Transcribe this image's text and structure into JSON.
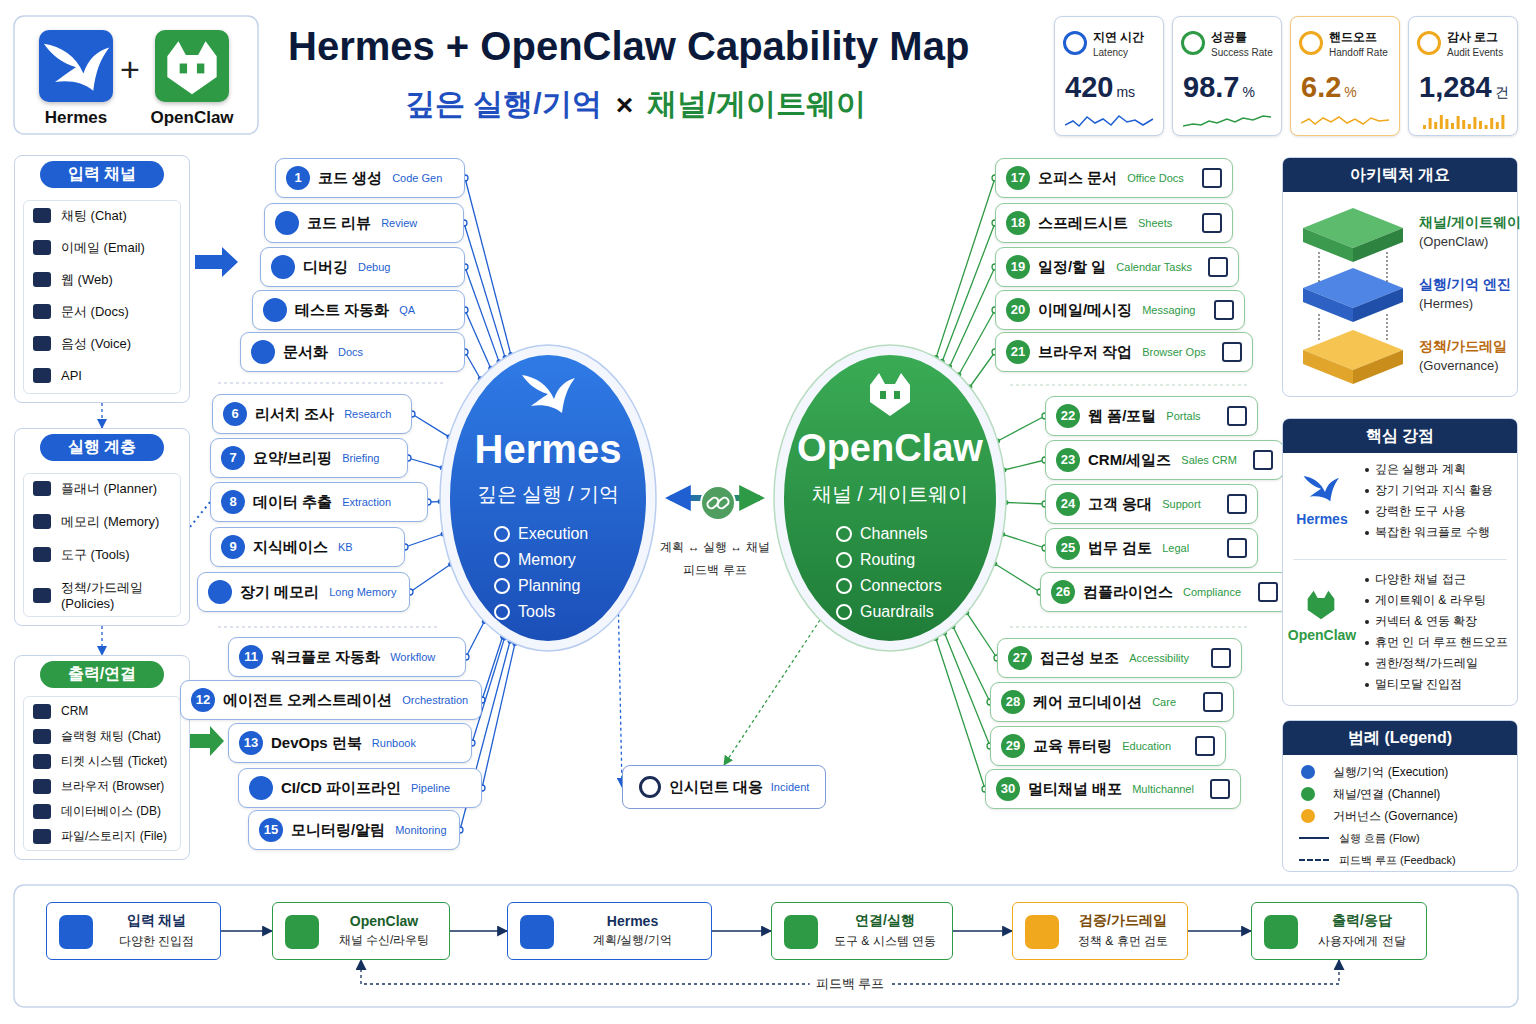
{
  "diagram": {
    "title": "Hermes + OpenClaw Capability Map",
    "nodes": [
      {
        "text": [
          "Hermes"
        ]
      },
      {
        "text": [
          "OpenClaw"
        ]
      },
      {
        "text": [
          "지연 시간",
          "Latency",
          "420",
          "ms"
        ]
      },
      {
        "text": [
          "성공률",
          "Success Rate",
          "98.7",
          "%"
        ]
      },
      {
        "text": [
          "핸드오프",
          "Handoff Rate",
          "6.2",
          "%"
        ]
      },
      {
        "text": [
          "감사 로그",
          "Audit Events",
          "1,284",
          "건"
        ]
      },
      {
        "text": [
          "입력 채널",
          "채팅 (Chat)",
          "이메일 (Email)",
          "웹 (Web)",
          "문서 (Docs)",
          "음성 (Voice)",
          "API"
        ]
      },
      {
        "text": [
          "실행 계층",
          "플래너 (Planner)",
          "메모리 (Memory)",
          "도구 (Tools)",
          "정책/가드레일 (Policies)"
        ]
      },
      {
        "text": [
          "출력/연결",
          "CRM",
          "슬랙형 채팅 (Chat)",
          "티켓 시스템 (Ticket)",
          "브라우저 (Browser)",
          "데이터베이스 (DB)",
          "파일/스토리지 (File)"
        ]
      },
      {
        "text": [
          "1",
          "코드 생성",
          "Code Gen"
        ]
      },
      {
        "text": [
          "코드 리뷰",
          "Review"
        ]
      },
      {
        "text": [
          "디버깅",
          "Debug"
        ]
      },
      {
        "text": [
          "테스트 자동화",
          "QA"
        ]
      },
      {
        "text": [
          "문서화",
          "Docs"
        ]
      },
      {
        "text": [
          "6",
          "리서치 조사",
          "Research"
        ]
      },
      {
        "text": [
          "7",
          "요약/브리핑",
          "Briefing"
        ]
      },
      {
        "text": [
          "8",
          "데이터 추출",
          "Extraction"
        ]
      },
      {
        "text": [
          "9",
          "지식베이스",
          "KB"
        ]
      },
      {
        "text": [
          "장기 메모리",
          "Long Memory"
        ]
      },
      {
        "text": [
          "11",
          "워크플로 자동화",
          "Workflow"
        ]
      },
      {
        "text": [
          "12",
          "에이전트 오케스트레이션",
          "Orchestration"
        ]
      },
      {
        "text": [
          "13",
          "DevOps 런북",
          "Runbook"
        ]
      },
      {
        "text": [
          "CI/CD 파이프라인",
          "Pipeline"
        ]
      },
      {
        "text": [
          "15",
          "모니터링/알림",
          "Monitoring"
        ]
      },
      {
        "text": [
          "Hermes",
          "깊은 실행 / 기억",
          "Execution",
          "Memory",
          "Planning",
          "Tools"
        ]
      },
      {
        "text": [
          "OpenClaw",
          "채널 / 게이트웨이",
          "Channels",
          "Routing",
          "Connectors",
          "Guardrails"
        ]
      },
      {
        "text": [
          "인시던트 대응",
          "Incident"
        ]
      },
      {
        "text": [
          "17",
          "오피스 문서",
          "Office Docs"
        ]
      },
      {
        "text": [
          "18",
          "스프레드시트",
          "Sheets"
        ]
      },
      {
        "text": [
          "19",
          "일정/할 일",
          "Calendar Tasks"
        ]
      },
      {
        "text": [
          "20",
          "이메일/메시징",
          "Messaging"
        ]
      },
      {
        "text": [
          "21",
          "브라우저 작업",
          "Browser Ops"
        ]
      },
      {
        "text": [
          "22",
          "웹 폼/포털",
          "Portals"
        ]
      },
      {
        "text": [
          "23",
          "CRM/세일즈",
          "Sales CRM"
        ]
      },
      {
        "text": [
          "24",
          "고객 응대",
          "Support"
        ]
      },
      {
        "text": [
          "25",
          "법무 검토",
          "Legal"
        ]
      },
      {
        "text": [
          "26",
          "컴플라이언스",
          "Compliance"
        ]
      },
      {
        "text": [
          "27",
          "접근성 보조",
          "Accessibility"
        ]
      },
      {
        "text": [
          "28",
          "케어 코디네이션",
          "Care"
        ]
      },
      {
        "text": [
          "29",
          "교육 튜터링",
          "Education"
        ]
      },
      {
        "text": [
          "30",
          "멀티채널 배포",
          "Multichannel"
        ]
      },
      {
        "text": [
          "아키텍처 개요",
          "채널/게이트웨이",
          "(OpenClaw)",
          "실행/기억 엔진",
          "(Hermes)",
          "정책/가드레일",
          "(Governance)"
        ]
      },
      {
        "text": [
          "핵심 강점",
          "Hermes",
          "깊은 실행과 계획",
          "장기 기억과 지식 활용",
          "강력한 도구 사용",
          "복잡한 워크플로 수행",
          "OpenClaw",
          "다양한 채널 접근",
          "게이트웨이 & 라우팅",
          "커넥터 & 연동 확장",
          "휴먼 인 더 루프 핸드오프",
          "권한/정책/가드레일",
          "멀티모달 진입점"
        ]
      },
      {
        "text": [
          "범례 (Legend)"
        ]
      },
      {
        "text": [
          "입력 채널",
          "다양한 진입점"
        ]
      },
      {
        "text": [
          "OpenClaw",
          "채널 수신/라우팅"
        ]
      },
      {
        "text": [
          "Hermes",
          "계획/실행/기억"
        ]
      },
      {
        "text": [
          "연결/실행",
          "도구 & 시스템 연동"
        ]
      },
      {
        "text": [
          "검증/가드레일",
          "정책 & 휴먼 검토"
        ]
      },
      {
        "text": [
          "출력/응답",
          "사용자에게 전달"
        ]
      }
    ],
    "edges": [
      {
        "from": 9,
        "to": 24,
        "arrow": "none"
      },
      {
        "from": 10,
        "to": 24,
        "arrow": "none"
      },
      {
        "from": 11,
        "to": 24,
        "arrow": "none"
      },
      {
        "from": 12,
        "to": 24,
        "arrow": "none"
      },
      {
        "from": 13,
        "to": 24,
        "arrow": "none"
      },
      {
        "from": 14,
        "to": 24,
        "arrow": "none"
      },
      {
        "from": 15,
        "to": 24,
        "arrow": "none"
      },
      {
        "from": 16,
        "to": 24,
        "arrow": "none"
      },
      {
        "from": 17,
        "to": 24,
        "arrow": "none"
      },
      {
        "from": 18,
        "to": 24,
        "arrow": "none"
      },
      {
        "from": 19,
        "to": 24,
        "arrow": "none"
      },
      {
        "from": 20,
        "to": 24,
        "arrow": "none"
      },
      {
        "from": 21,
        "to": 24,
        "arrow": "none"
      },
      {
        "from": 22,
        "to": 24,
        "arrow": "none"
      },
      {
        "from": 23,
        "to": 24,
        "arrow": "none"
      },
      {
        "from": 27,
        "to": 25,
        "arrow": "none"
      },
      {
        "from": 28,
        "to": 25,
        "arrow": "none"
      },
      {
        "from": 29,
        "to": 25,
        "arrow": "none"
      },
      {
        "from": 30,
        "to": 25,
        "arrow": "none"
      },
      {
        "from": 31,
        "to": 25,
        "arrow": "none"
      },
      {
        "from": 32,
        "to": 25,
        "arrow": "none"
      },
      {
        "from": 33,
        "to": 25,
        "arrow": "none"
      },
      {
        "from": 34,
        "to": 25,
        "arrow": "none"
      },
      {
        "from": 35,
        "to": 25,
        "arrow": "none"
      },
      {
        "from": 36,
        "to": 25,
        "arrow": "none"
      },
      {
        "from": 37,
        "to": 25,
        "arrow": "none"
      },
      {
        "from": 38,
        "to": 25,
        "arrow": "none"
      },
      {
        "from": 39,
        "to": 25,
        "arrow": "none"
      },
      {
        "from": 40,
        "to": 25,
        "arrow": "none"
      },
      {
        "from": 24,
        "to": 25,
        "arrow": "both",
        "label": "계획 ↔ 실행 ↔ 채널 피드백 루프"
      },
      {
        "from": 24,
        "to": 26,
        "arrow": "to"
      },
      {
        "from": 25,
        "to": 26,
        "arrow": "to"
      },
      {
        "from": 6,
        "to": 7,
        "arrow": "to"
      },
      {
        "from": 7,
        "to": 8,
        "arrow": "to"
      },
      {
        "from": 7,
        "to": 16,
        "arrow": "none"
      },
      {
        "from": 44,
        "to": 45,
        "arrow": "to"
      },
      {
        "from": 45,
        "to": 46,
        "arrow": "to"
      },
      {
        "from": 46,
        "to": 47,
        "arrow": "to"
      },
      {
        "from": 47,
        "to": 48,
        "arrow": "to"
      },
      {
        "from": 48,
        "to": 49,
        "arrow": "to"
      },
      {
        "from": 49,
        "to": 45,
        "arrow": "both",
        "label": "피드백 루프"
      }
    ],
    "labels": [
      "+",
      "깊은 실행/기억",
      "×",
      "채널/게이트웨이"
    ],
    "legend": [
      {
        "text": "실행/기억 (Execution)",
        "color": "#2563c9"
      },
      {
        "text": "채널/연결 (Channel)",
        "color": "#2e9a45"
      },
      {
        "text": "거버넌스 (Governance)",
        "color": "#f0a81e"
      },
      {
        "text": "실행 흐름 (Flow)"
      },
      {
        "text": "피드백 루프 (Feedback)"
      }
    ]
  }
}
